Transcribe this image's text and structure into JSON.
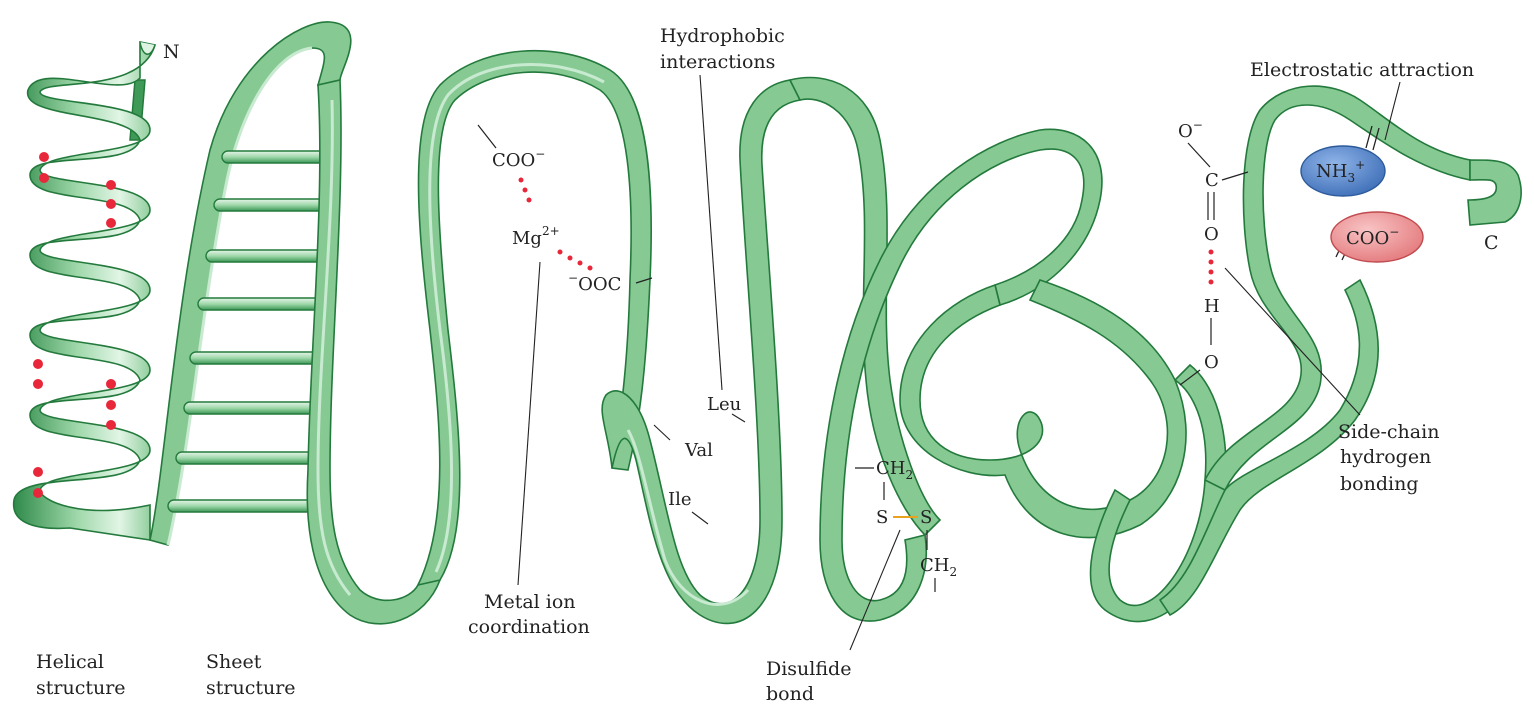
{
  "terminals": {
    "n": "N",
    "c": "C"
  },
  "labels": {
    "helical": [
      "Helical",
      "structure"
    ],
    "sheet": [
      "Sheet",
      "structure"
    ],
    "hydrophobic": [
      "Hydrophobic",
      "interactions"
    ],
    "metal": [
      "Metal ion",
      "coordination"
    ],
    "disulfide": [
      "Disulfide",
      "bond"
    ],
    "electrostatic": "Electrostatic attraction",
    "hbond": [
      "Side-chain",
      "hydrogen",
      "bonding"
    ]
  },
  "chem": {
    "coo1": "COO",
    "coo1_charge": "−",
    "mg": "Mg",
    "mg_charge": "2+",
    "ooc": "OOC",
    "ooc_charge": "−",
    "leu": "Leu",
    "val": "Val",
    "ile": "Ile",
    "ch2_top": "CH",
    "ch2_top_sub": "2",
    "s_left": "S",
    "s_right": "S",
    "ch2_bot": "CH",
    "ch2_bot_sub": "2",
    "o_minus": "O",
    "o_minus_charge": "−",
    "c_carbonyl": "C",
    "o_carbonyl": "O",
    "h_hydroxyl": "H",
    "o_hydroxyl": "O",
    "nh3": "NH",
    "nh3_sub": "3",
    "nh3_charge": "+",
    "coo2": "COO",
    "coo2_charge": "−"
  },
  "colors": {
    "ribbon_fill": "#86c993",
    "ribbon_light": "#c8ead0",
    "ribbon_dark": "#2f8a4a",
    "ribbon_edge": "#237a3c",
    "bond_dot": "#e8283a",
    "disulfide_bond": "#e8a21f",
    "nh3_blob": "#4c7fc6",
    "coo_blob": "#ef8d8f"
  }
}
